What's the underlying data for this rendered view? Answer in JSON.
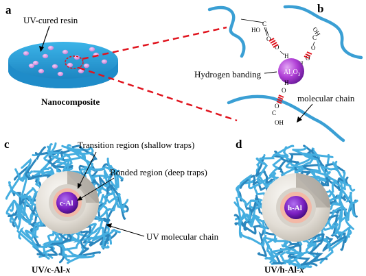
{
  "panels": {
    "a": "a",
    "b": "b",
    "c": "c",
    "d": "d"
  },
  "labels": {
    "uv_resin": "UV-cured resin",
    "nanocomposite": "Nanocomposite",
    "al2o3_main": "Al",
    "al2o3_sub2": "2",
    "al2o3_o": "O",
    "al2o3_sub3": "3",
    "hydrogen": "Hydrogen banding",
    "molecular_chain": "molecular chain",
    "transition": "Transition region (shallow traps)",
    "bonded": "Bonded region (deep traps)",
    "uv_chain": "UV molecular chain",
    "c_core": "c-Al",
    "h_core": "h-Al",
    "c_caption_pre": "UV/c-Al-",
    "c_caption_x": "x",
    "h_caption_pre": "UV/h-Al-",
    "h_caption_x": "x"
  },
  "chem": {
    "upper_left": [
      "HO",
      "C",
      "O",
      "O",
      "H"
    ],
    "upper_right": [
      "OH",
      "C",
      "O",
      "O",
      "H"
    ],
    "lower": [
      "O",
      "H",
      "O",
      "C",
      "OH"
    ]
  },
  "colors": {
    "resin_blue": "#2ea6dc",
    "chain_blue": "#3a9fd4",
    "particle_pink": "#d89ae0",
    "al2o3_purple": "#b03fd6",
    "core_purple": "#7a1fc0",
    "bonded_pink": "#f3b8a6",
    "transition_gray": "#d8d3cc",
    "dashed_red": "#e0141e",
    "hbond_red": "#e0141e"
  }
}
